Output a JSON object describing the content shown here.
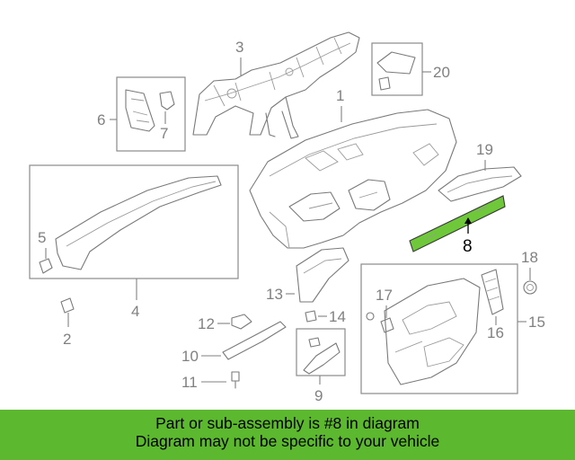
{
  "diagram": {
    "highlight_color": "#6ec83a",
    "callouts": {
      "c1": "1",
      "c2": "2",
      "c3": "3",
      "c4": "4",
      "c5": "5",
      "c6": "6",
      "c7": "7",
      "c8": "8",
      "c9": "9",
      "c10": "10",
      "c11": "11",
      "c12": "12",
      "c13": "13",
      "c14": "14",
      "c15": "15",
      "c16": "16",
      "c17": "17",
      "c18": "18",
      "c19": "19",
      "c20": "20"
    }
  },
  "banner": {
    "line1": "Part or sub-assembly is #8 in diagram",
    "line2": "Diagram may not be specific to your vehicle",
    "color": "#5cb82e"
  }
}
